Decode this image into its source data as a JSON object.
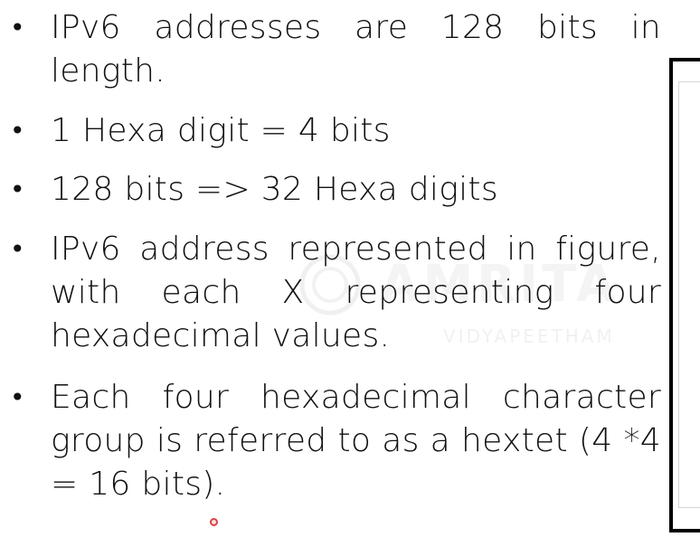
{
  "watermark": {
    "name": "AMRITA",
    "subtitle": "VIDYAPEETHAM"
  },
  "bullets": [
    {
      "symbol": "•",
      "text": "IPv6 addresses are 128 bits in length."
    },
    {
      "symbol": "•",
      "text": "1 Hexa digit = 4 bits"
    },
    {
      "symbol": "•",
      "text": "128 bits => 32 Hexa digits"
    },
    {
      "symbol": "•",
      "text": "IPv6 address represented in figure, with each X representing four hexadecimal values."
    },
    {
      "symbol": "•",
      "text": "Each four hexadecimal character group is referred to as a hextet (4 *4 = 16 bits)."
    }
  ],
  "colors": {
    "text": "#111111",
    "background": "#ffffff",
    "frame": "#000000",
    "cursor": "#e04040"
  },
  "icons": {
    "watermark_logo": "university-seal-icon",
    "cursor": "pointer-dot-icon"
  }
}
